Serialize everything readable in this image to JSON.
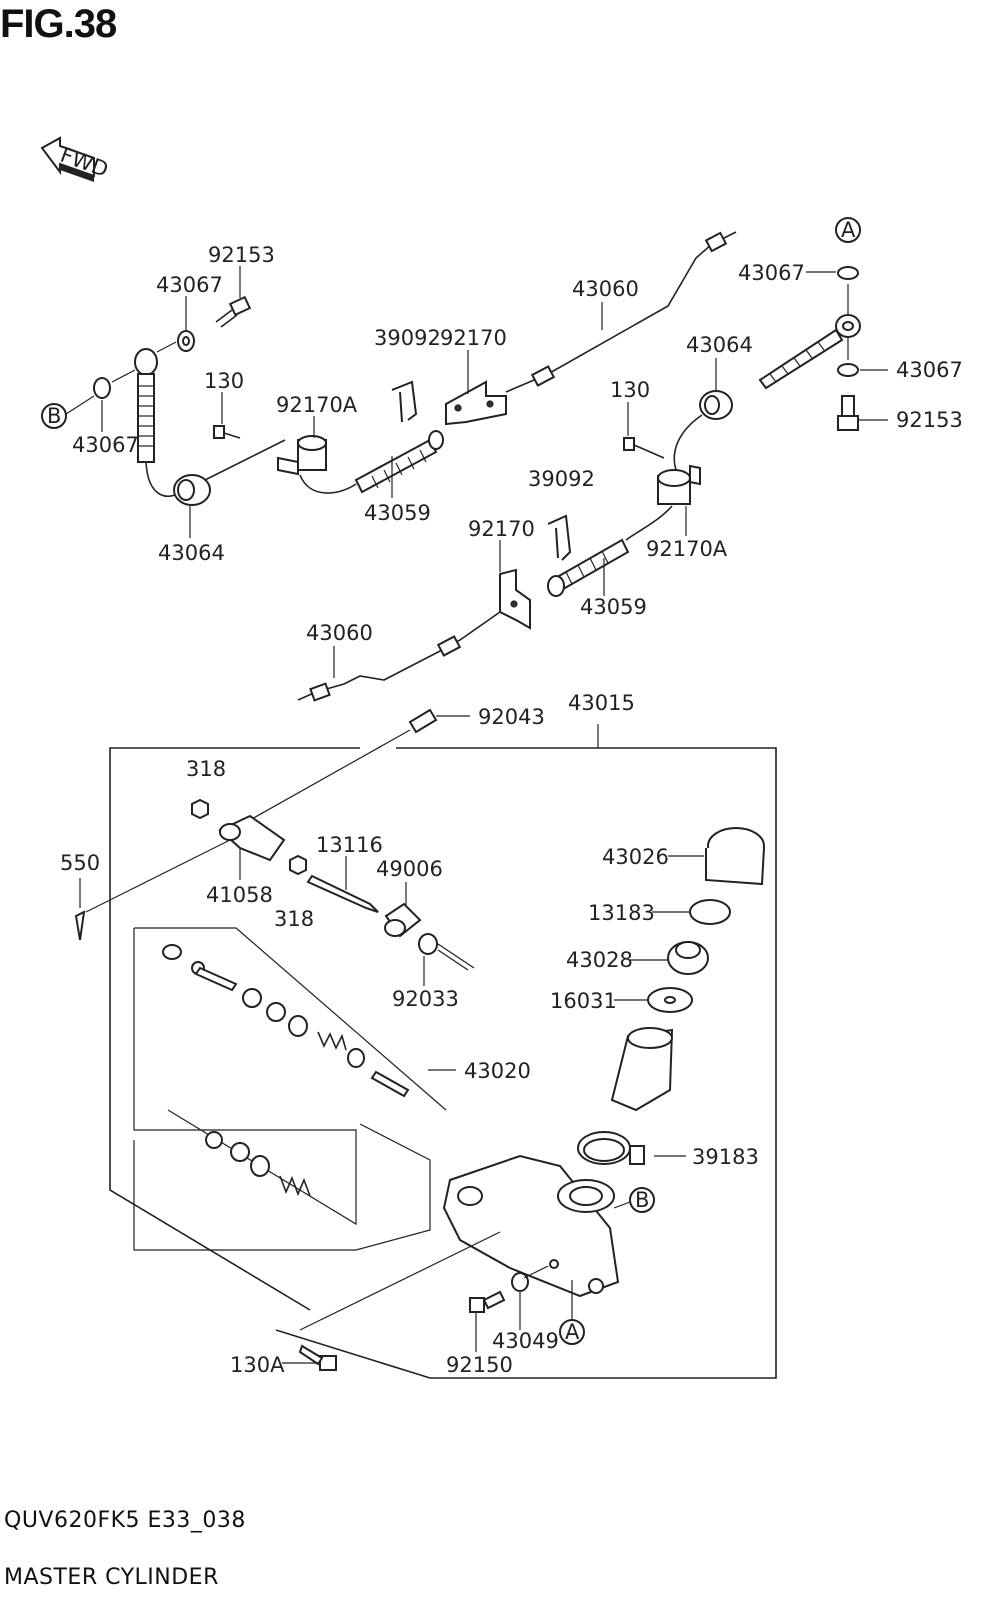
{
  "title": "FIG.38",
  "fwd": "FWD",
  "footer": {
    "code": "QUV620FK5 E33_038",
    "name": "MASTER CYLINDER"
  },
  "labels": {
    "l92153a": "92153",
    "l43067a": "43067",
    "l43067b": "43067",
    "l43064a": "43064",
    "l130a": "130",
    "l92170Aa": "92170A",
    "l39092a": "39092",
    "l92170a": "92170",
    "l43059a": "43059",
    "l43060a": "43060",
    "l43064b": "43064",
    "l43067c": "43067",
    "l43067d": "43067",
    "l92153b": "92153",
    "l130b": "130",
    "l39092b": "39092",
    "l92170b": "92170",
    "l92170Ab": "92170A",
    "l43059b": "43059",
    "l43060b": "43060",
    "l92043": "92043",
    "l43015": "43015",
    "l318a": "318",
    "l550": "550",
    "l41058": "41058",
    "l318b": "318",
    "l13116": "13116",
    "l49006": "49006",
    "l92033": "92033",
    "l43026": "43026",
    "l13183": "13183",
    "l43028": "43028",
    "l16031": "16031",
    "l43020": "43020",
    "l39183": "39183",
    "l43049": "43049",
    "l92150": "92150",
    "l130A": "130A"
  },
  "refs": {
    "A_top": "A",
    "B_left": "B",
    "B_body": "B",
    "A_body": "A"
  }
}
